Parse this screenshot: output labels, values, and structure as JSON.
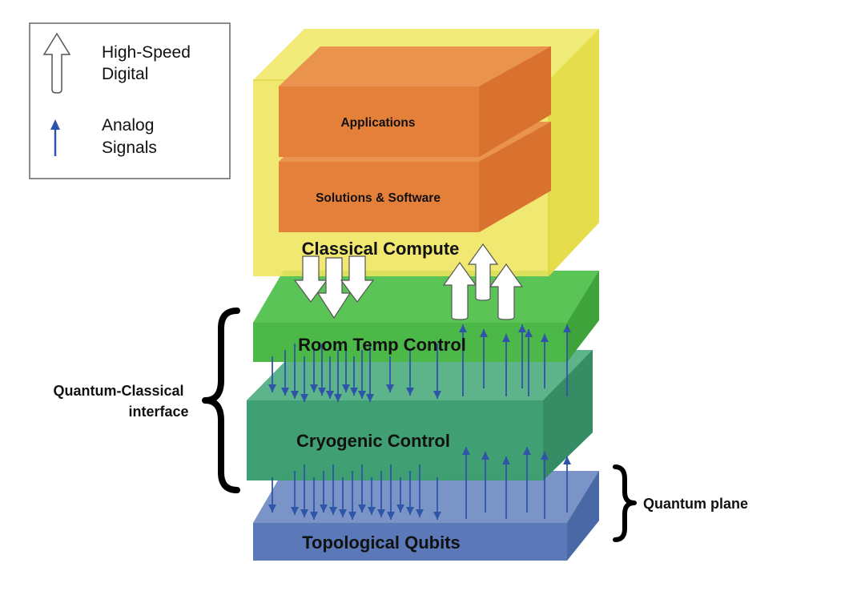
{
  "legend": {
    "digital_label_line1": "High-Speed",
    "digital_label_line2": "Digital",
    "analog_label_line1": "Analog",
    "analog_label_line2": "Signals"
  },
  "layers": {
    "applications": "Applications",
    "solutions": "Solutions & Software",
    "classical": "Classical Compute",
    "room_temp": "Room Temp Control",
    "cryogenic": "Cryogenic Control",
    "qubits": "Topological Qubits"
  },
  "brackets": {
    "interface_line1": "Quantum-Classical",
    "interface_line2": "interface",
    "quantum_plane": "Quantum plane"
  },
  "colors": {
    "classical": "#eee55c",
    "orange": "#e5803a",
    "green": "#4cb848",
    "teal": "#3f9f73",
    "blue": "#5b79b8",
    "analog_arrow": "#2f55a8"
  }
}
